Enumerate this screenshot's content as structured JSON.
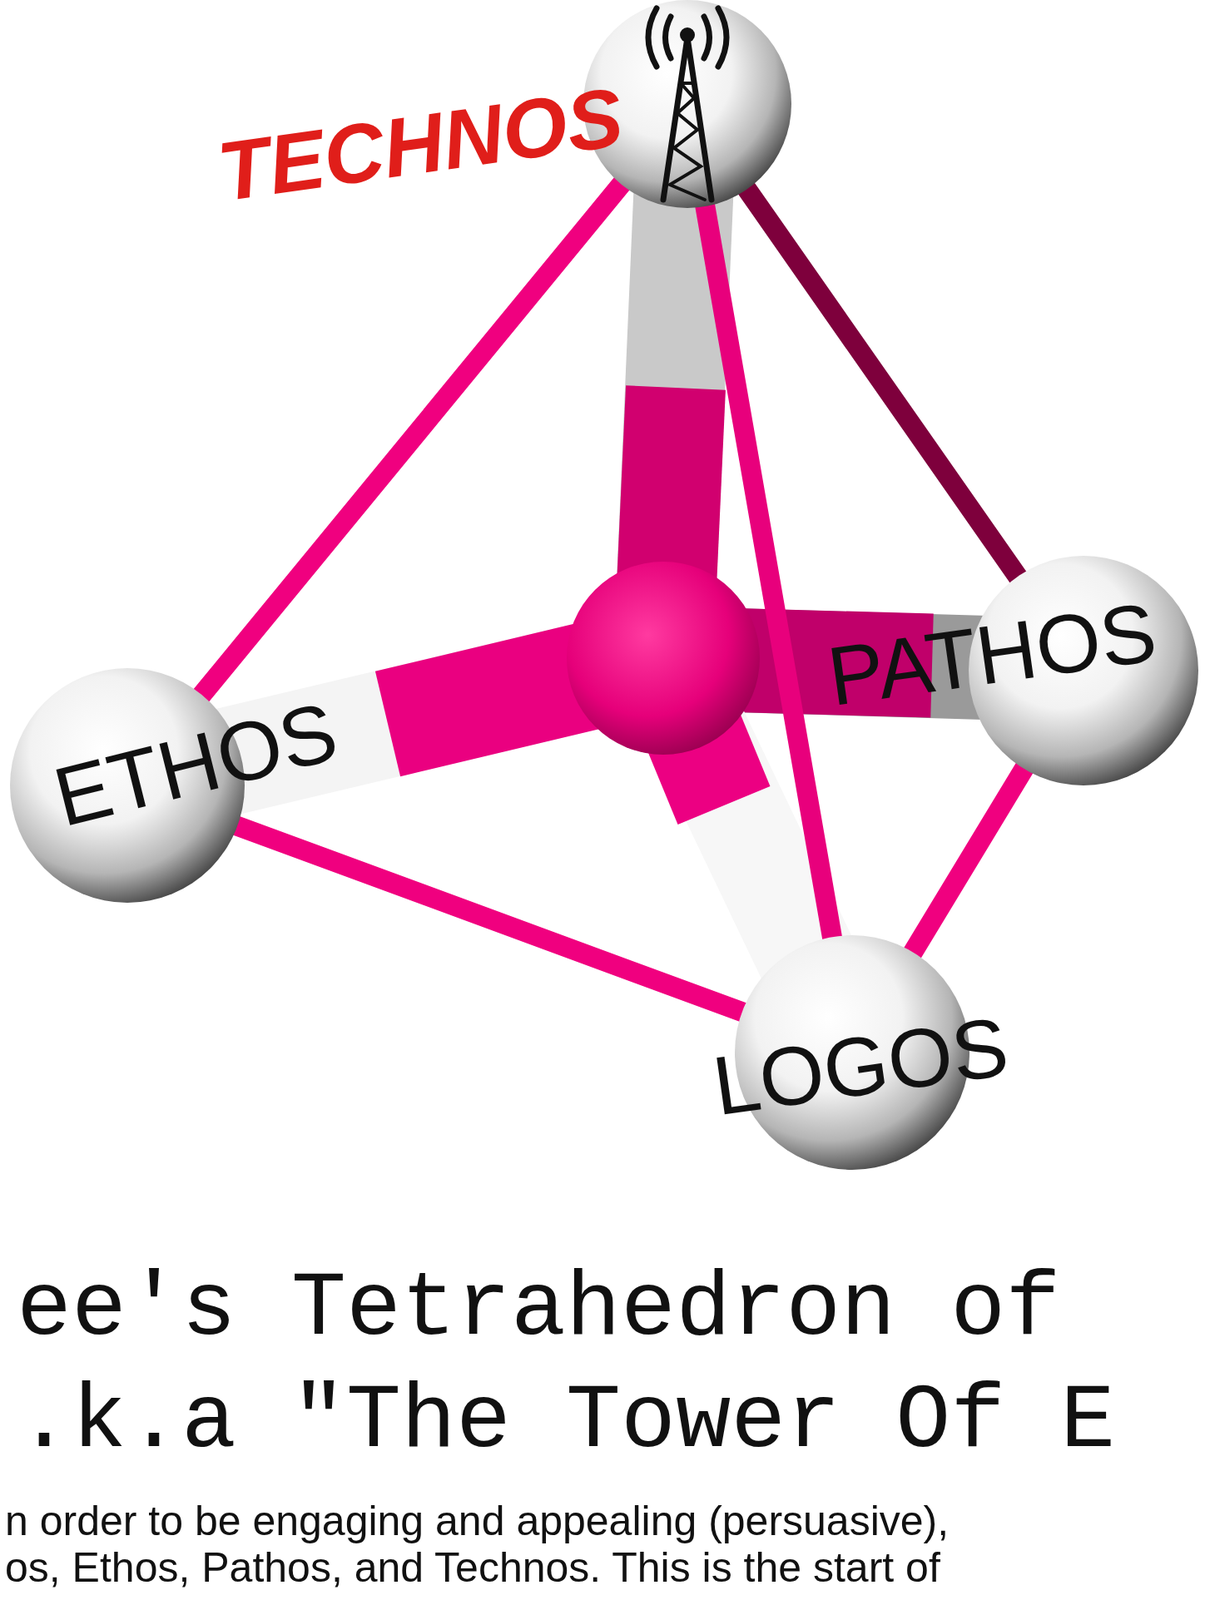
{
  "diagram": {
    "title": "ee's Tetrahedron of .k.a \"The Tower Of E",
    "nodes": [
      {
        "text": [
          "TECHNOS"
        ]
      },
      {
        "text": [
          "ETHOS"
        ]
      },
      {
        "text": [
          "PATHOS"
        ]
      },
      {
        "text": [
          "LOGOS"
        ]
      }
    ],
    "edges": [
      {
        "from": 0,
        "to": 1,
        "arrow": "none"
      },
      {
        "from": 0,
        "to": 2,
        "arrow": "none"
      },
      {
        "from": 0,
        "to": 3,
        "arrow": "none"
      },
      {
        "from": 1,
        "to": 3,
        "arrow": "none"
      },
      {
        "from": 2,
        "to": 3,
        "arrow": "none"
      }
    ],
    "labels": [
      "n order to be engaging and appealing (persuasive),",
      "os, Ethos, Pathos, and Technos. This is the start of"
    ]
  }
}
